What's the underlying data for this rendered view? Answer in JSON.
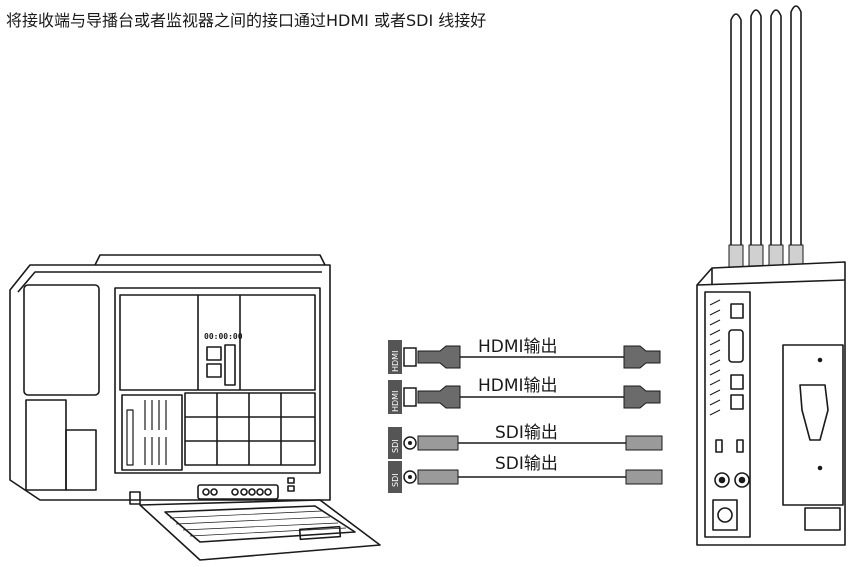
{
  "instruction": "将接收端与导播台或者监视器之间的接口通过HDMI 或者SDI 线接好",
  "connections": [
    {
      "port": "HDMI",
      "label": "HDMI输出",
      "kind": "hdmi"
    },
    {
      "port": "HDMI",
      "label": "HDMI输出",
      "kind": "hdmi"
    },
    {
      "port": "SDI",
      "label": "SDI输出",
      "kind": "sdi"
    },
    {
      "port": "SDI",
      "label": "SDI输出",
      "kind": "sdi"
    }
  ],
  "console": {
    "timecode": "00:00:00"
  },
  "colors": {
    "line": "#1a1a1a",
    "hdmi_fill": "#6b6b6b",
    "sdi_fill": "#9a9a9a",
    "port_tag": "#555555"
  }
}
